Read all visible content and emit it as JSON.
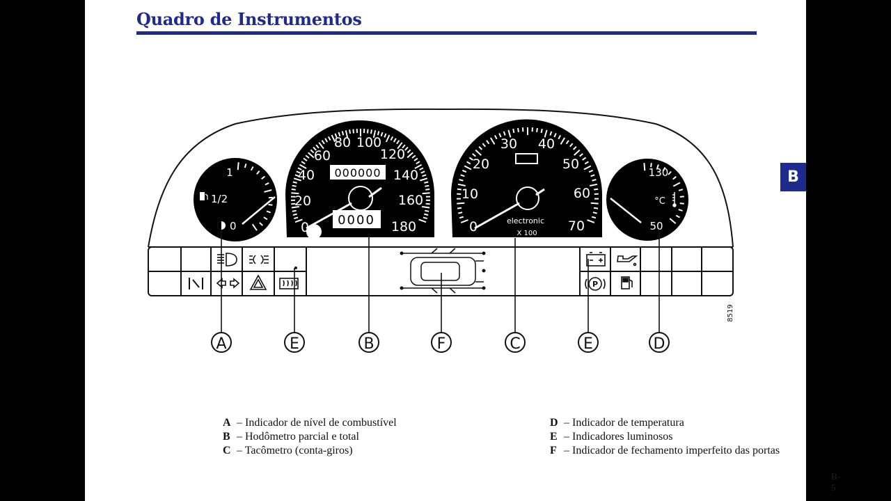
{
  "title": "Quadro de Instrumentos",
  "section_tab": "B",
  "figure_number": "8519",
  "page_number": "B-5",
  "gauges": {
    "fuel": {
      "labels": [
        "1",
        "1/2",
        "0"
      ]
    },
    "speedometer": {
      "labels": [
        "0",
        "20",
        "40",
        "60",
        "80",
        "100",
        "120",
        "140",
        "160",
        "180"
      ],
      "odometer_total": "000000",
      "odometer_partial": "0000"
    },
    "tachometer": {
      "labels": [
        "0",
        "10",
        "20",
        "30",
        "40",
        "50",
        "60",
        "70"
      ],
      "brand": "electronic",
      "multiplier": "X 100"
    },
    "temperature": {
      "labels": [
        "130",
        "°C",
        "50"
      ]
    }
  },
  "callouts": [
    "A",
    "E",
    "B",
    "F",
    "C",
    "E",
    "D"
  ],
  "legend": [
    {
      "key": "A",
      "sep": "–",
      "text": "Indicador de nível de combustível"
    },
    {
      "key": "B",
      "sep": "–",
      "text": "Hodômetro parcial e total"
    },
    {
      "key": "C",
      "sep": "–",
      "text": "Tacômetro (conta-giros)"
    },
    {
      "key": "D",
      "sep": "–",
      "text": "Indicador de temperatura"
    },
    {
      "key": "E",
      "sep": "–",
      "text": "Indicadores luminosos"
    },
    {
      "key": "F",
      "sep": "–",
      "text": "Indicador de fechamento imperfeito das portas"
    }
  ],
  "icons": [
    "headlight-icon",
    "sidelight-icon",
    "rear-fog-icon",
    "turn-signal-icon",
    "hazard-icon",
    "rear-defrost-icon",
    "battery-icon",
    "oil-can-icon",
    "parking-brake-icon",
    "fuel-pump-icon",
    "door-open-car-icon"
  ]
}
